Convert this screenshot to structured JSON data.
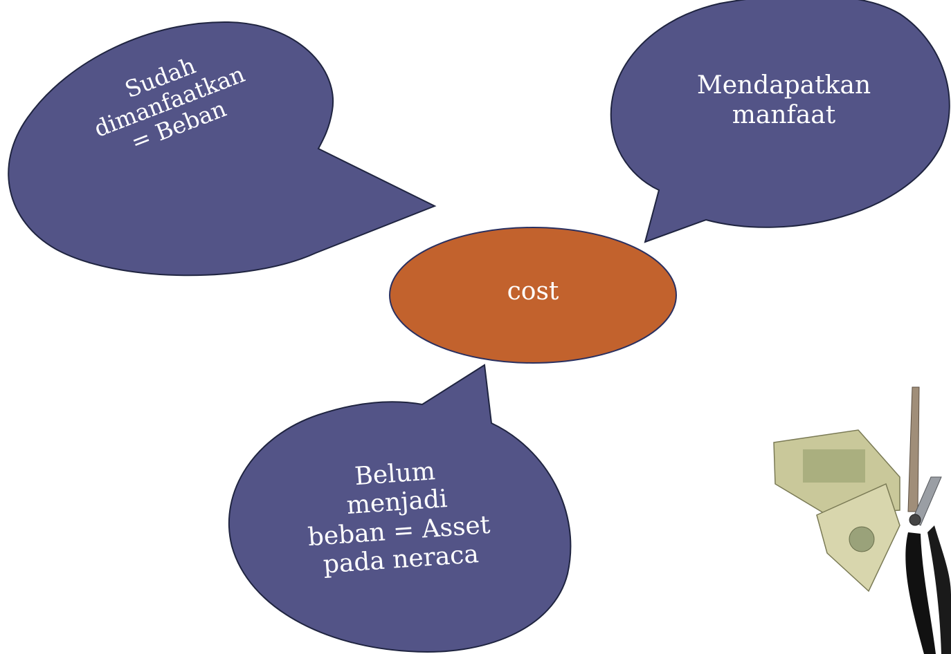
{
  "colors": {
    "bubble_fill": "#535487",
    "bubble_stroke": "#1f2440",
    "center_fill": "#c2622d",
    "center_stroke": "#2a3060",
    "text": "#ffffff"
  },
  "center": {
    "label": "cost"
  },
  "bubbles": [
    {
      "id": "used",
      "lines": [
        "Sudah",
        "dimanfaatkan",
        "= Beban"
      ]
    },
    {
      "id": "benefit",
      "lines": [
        "Mendapatkan",
        "manfaat"
      ]
    },
    {
      "id": "not-yet",
      "lines": [
        "Belum",
        "menjadi",
        "beban = Asset",
        "pada neraca"
      ]
    }
  ],
  "image": {
    "description_icon": "scissors-cutting-money-icon"
  }
}
